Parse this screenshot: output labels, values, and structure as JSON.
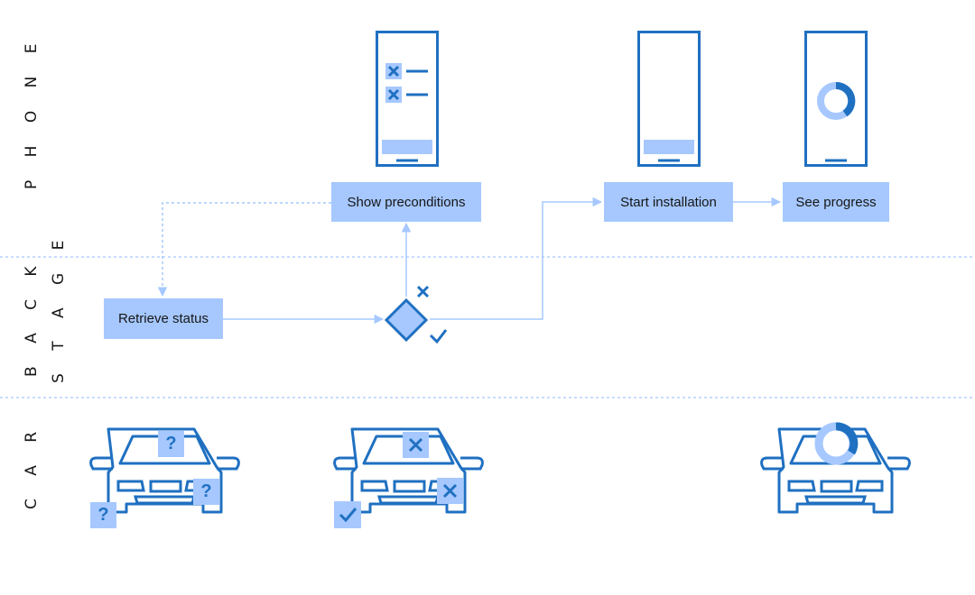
{
  "lanes": {
    "phone": "P H O N E",
    "back": "B A C K",
    "stage": "S T A G E",
    "car": "C A R"
  },
  "steps": {
    "show_preconditions": "Show preconditions",
    "retrieve_status": "Retrieve status",
    "start_installation": "Start installation",
    "see_progress": "See progress"
  },
  "markers": {
    "question": "?"
  },
  "colors": {
    "accent": "#0f62fe",
    "stroke": "#1f70c1",
    "fill_light": "#a6c8ff",
    "divider": "#a6c8ff",
    "text": "#161616"
  }
}
